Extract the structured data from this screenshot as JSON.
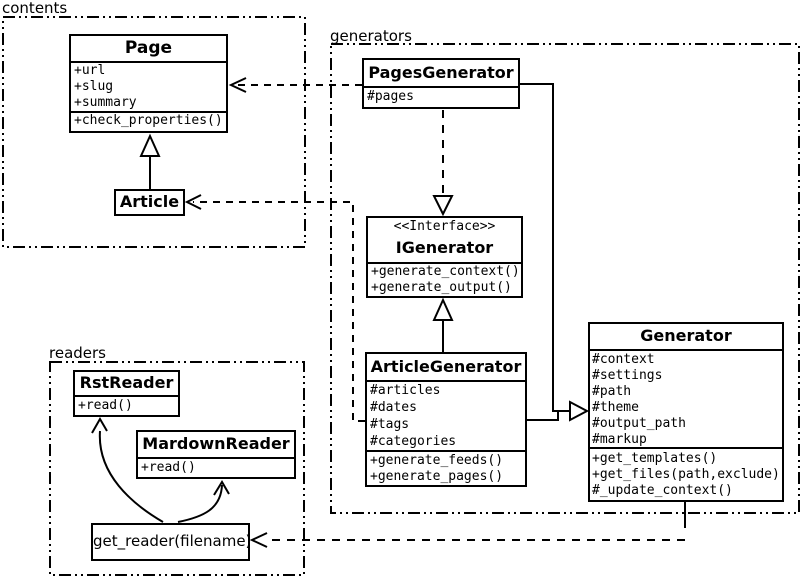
{
  "packages": {
    "contents": {
      "label": "contents"
    },
    "generators": {
      "label": "generators"
    },
    "readers": {
      "label": "readers"
    }
  },
  "classes": {
    "page": {
      "name": "Page",
      "attributes": [
        "+url",
        "+slug",
        "+summary"
      ],
      "methods": [
        "+check_properties()"
      ]
    },
    "article": {
      "name": "Article"
    },
    "pages_generator": {
      "name": "PagesGenerator",
      "attributes": [
        "#pages"
      ]
    },
    "igenerator": {
      "stereotype": "<<Interface>>",
      "name": "IGenerator",
      "methods": [
        "+generate_context()",
        "+generate_output()"
      ]
    },
    "article_generator": {
      "name": "ArticleGenerator",
      "attributes": [
        "#articles",
        "#dates",
        "#tags",
        "#categories"
      ],
      "methods": [
        "+generate_feeds()",
        "+generate_pages()"
      ]
    },
    "generator": {
      "name": "Generator",
      "attributes": [
        "#context",
        "#settings",
        "#path",
        "#theme",
        "#output_path",
        "#markup"
      ],
      "methods": [
        "+get_templates()",
        "+get_files(path,exclude)",
        "#_update_context()"
      ]
    },
    "rst_reader": {
      "name": "RstReader",
      "methods": [
        "+read()"
      ]
    },
    "markdown_reader": {
      "name": "MardownReader",
      "methods": [
        "+read()"
      ]
    },
    "get_reader": {
      "name": "get_reader(filename)"
    }
  },
  "relationships": [
    {
      "from": "Article",
      "to": "Page",
      "type": "inheritance"
    },
    {
      "from": "PagesGenerator",
      "to": "Page",
      "type": "dependency"
    },
    {
      "from": "ArticleGenerator",
      "to": "Article",
      "type": "dependency"
    },
    {
      "from": "PagesGenerator",
      "to": "IGenerator",
      "type": "realization"
    },
    {
      "from": "ArticleGenerator",
      "to": "IGenerator",
      "type": "realization"
    },
    {
      "from": "PagesGenerator",
      "to": "Generator",
      "type": "inheritance"
    },
    {
      "from": "ArticleGenerator",
      "to": "Generator",
      "type": "inheritance"
    },
    {
      "from": "Generator",
      "to": "get_reader(filename)",
      "type": "dependency"
    },
    {
      "from": "get_reader(filename)",
      "to": "RstReader",
      "type": "call"
    },
    {
      "from": "get_reader(filename)",
      "to": "MardownReader",
      "type": "call"
    }
  ],
  "colors": {
    "line": "#000000",
    "background": "#ffffff"
  }
}
